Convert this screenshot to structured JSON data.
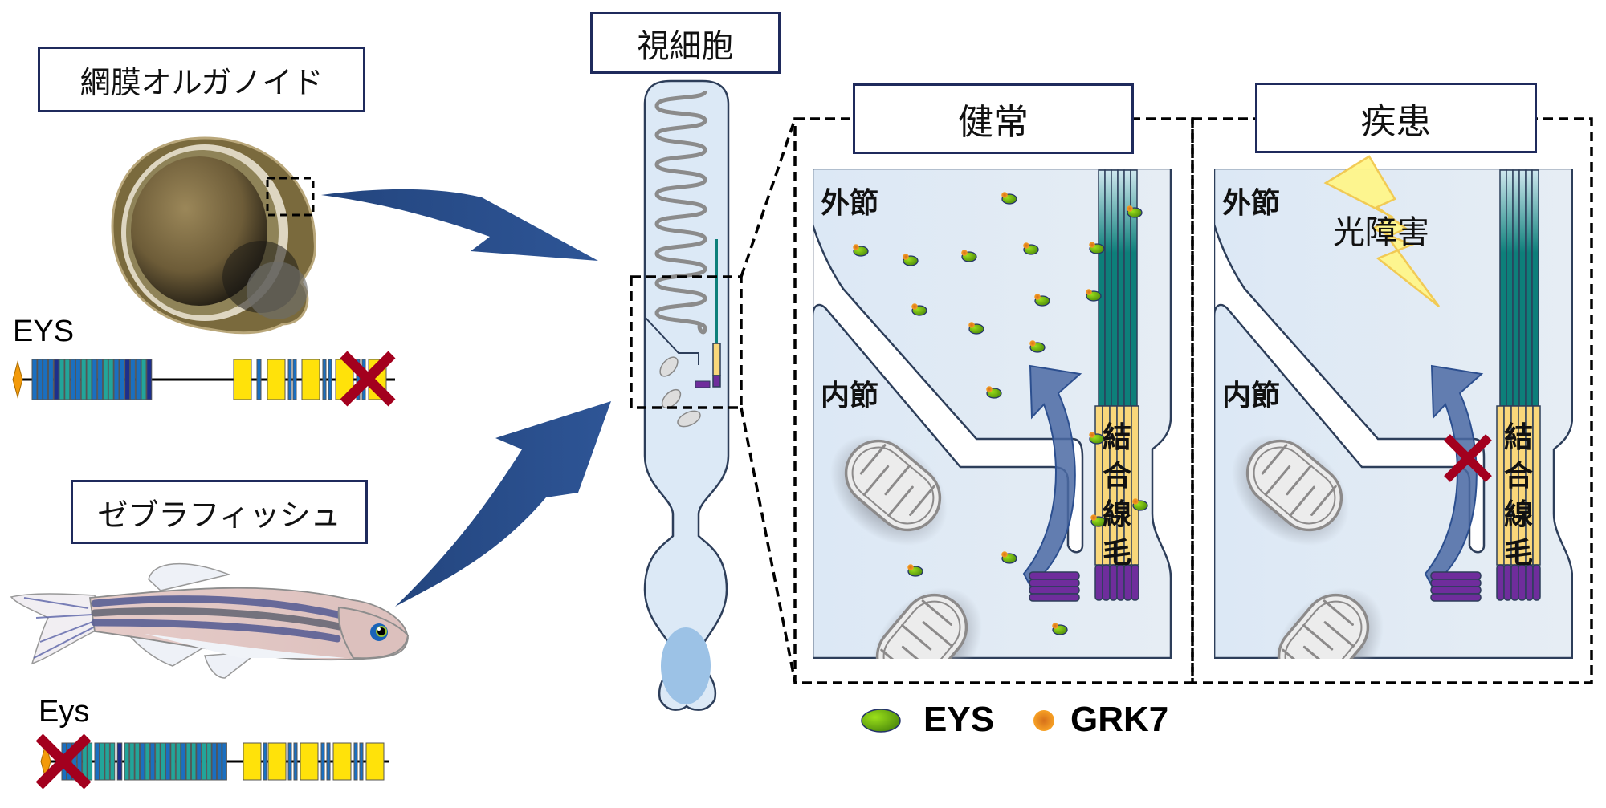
{
  "labels": {
    "organoid": "網膜オルガノイド",
    "zebrafish": "ゼブラフィッシュ",
    "photoreceptor": "視細胞",
    "healthy": "健常",
    "disease": "疾患"
  },
  "genes": {
    "human": {
      "name": "EYS",
      "mutation_marker": "red-x",
      "mutation_region": "C-terminal exons"
    },
    "zebrafish": {
      "name": "Eys",
      "mutation_marker": "red-x",
      "mutation_region": "N-terminal start"
    }
  },
  "panels": {
    "healthy": {
      "outer_segment": "外節",
      "inner_segment": "内節",
      "connecting_cilium": [
        "結",
        "合",
        "線",
        "毛"
      ],
      "transport": "intact"
    },
    "disease": {
      "outer_segment": "外節",
      "inner_segment": "内節",
      "connecting_cilium": [
        "結",
        "合",
        "線",
        "毛"
      ],
      "light_damage": "光障害",
      "transport": "blocked"
    }
  },
  "legend": {
    "eys": "EYS",
    "grk7": "GRK7"
  },
  "colors": {
    "label_border": "#1f2a5c",
    "arrow": "#2c4f8f",
    "cell_fill": "#dde9f5",
    "cell_stroke": "#2d3e5a",
    "axoneme_teal": "#0d7f7a",
    "cilium_yellow": "#f9d77a",
    "basal_purple": "#6f2d9c",
    "eys_green": "#6db30f",
    "grk7_orange": "#f39a1a",
    "cross_red": "#a3001e",
    "exon_yellow": "#ffe20a",
    "exon_blue": "#1a6fc0",
    "exon_teal": "#22a59a",
    "exon_navy": "#1c2f8c"
  }
}
